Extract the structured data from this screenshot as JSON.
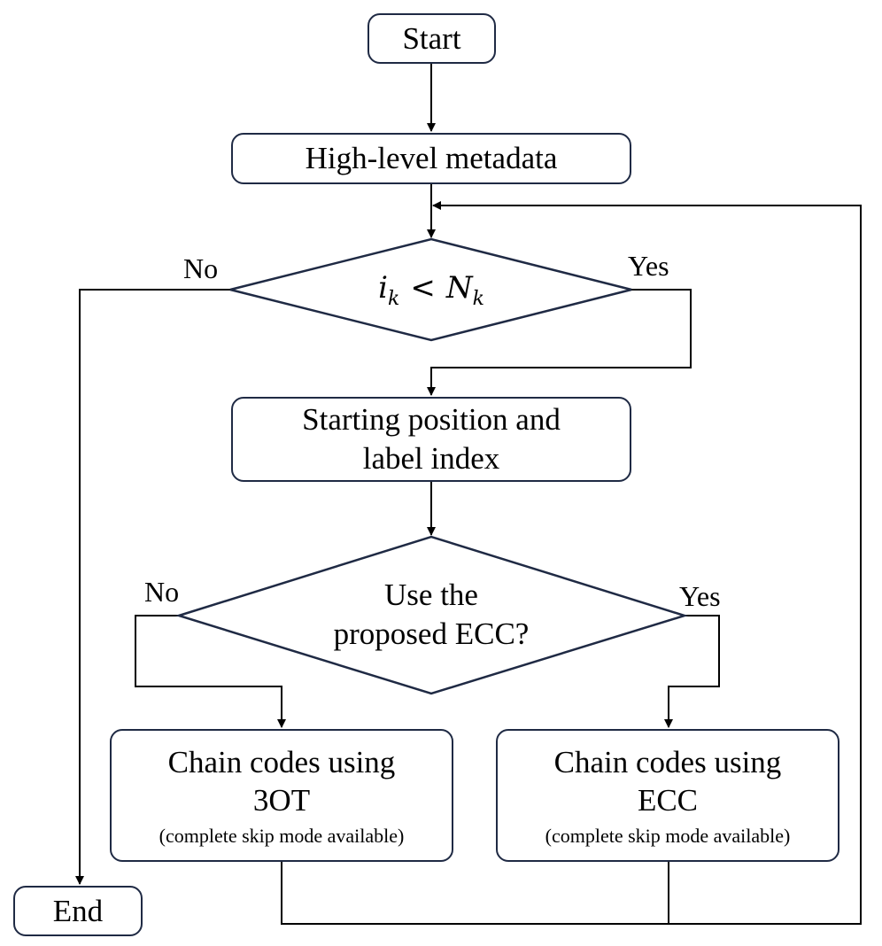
{
  "nodes": {
    "start": "Start",
    "metadata": "High-level metadata",
    "decision1": {
      "var1": "i",
      "sub1": "k",
      "op": "<",
      "var2": "N",
      "sub2": "k"
    },
    "starting_line1": "Starting position and",
    "starting_line2": "label index",
    "decision2_line1": "Use the",
    "decision2_line2": "proposed ECC?",
    "left_process": {
      "line1": "Chain codes using",
      "line2": "3OT",
      "note": "(complete skip mode available)"
    },
    "right_process": {
      "line1": "Chain codes using",
      "line2": "ECC",
      "note": "(complete skip mode available)"
    },
    "end": "End"
  },
  "edge_labels": {
    "d1_no": "No",
    "d1_yes": "Yes",
    "d2_no": "No",
    "d2_yes": "Yes"
  },
  "colors": {
    "outline": "#1f2a44",
    "connector": "#000000"
  }
}
